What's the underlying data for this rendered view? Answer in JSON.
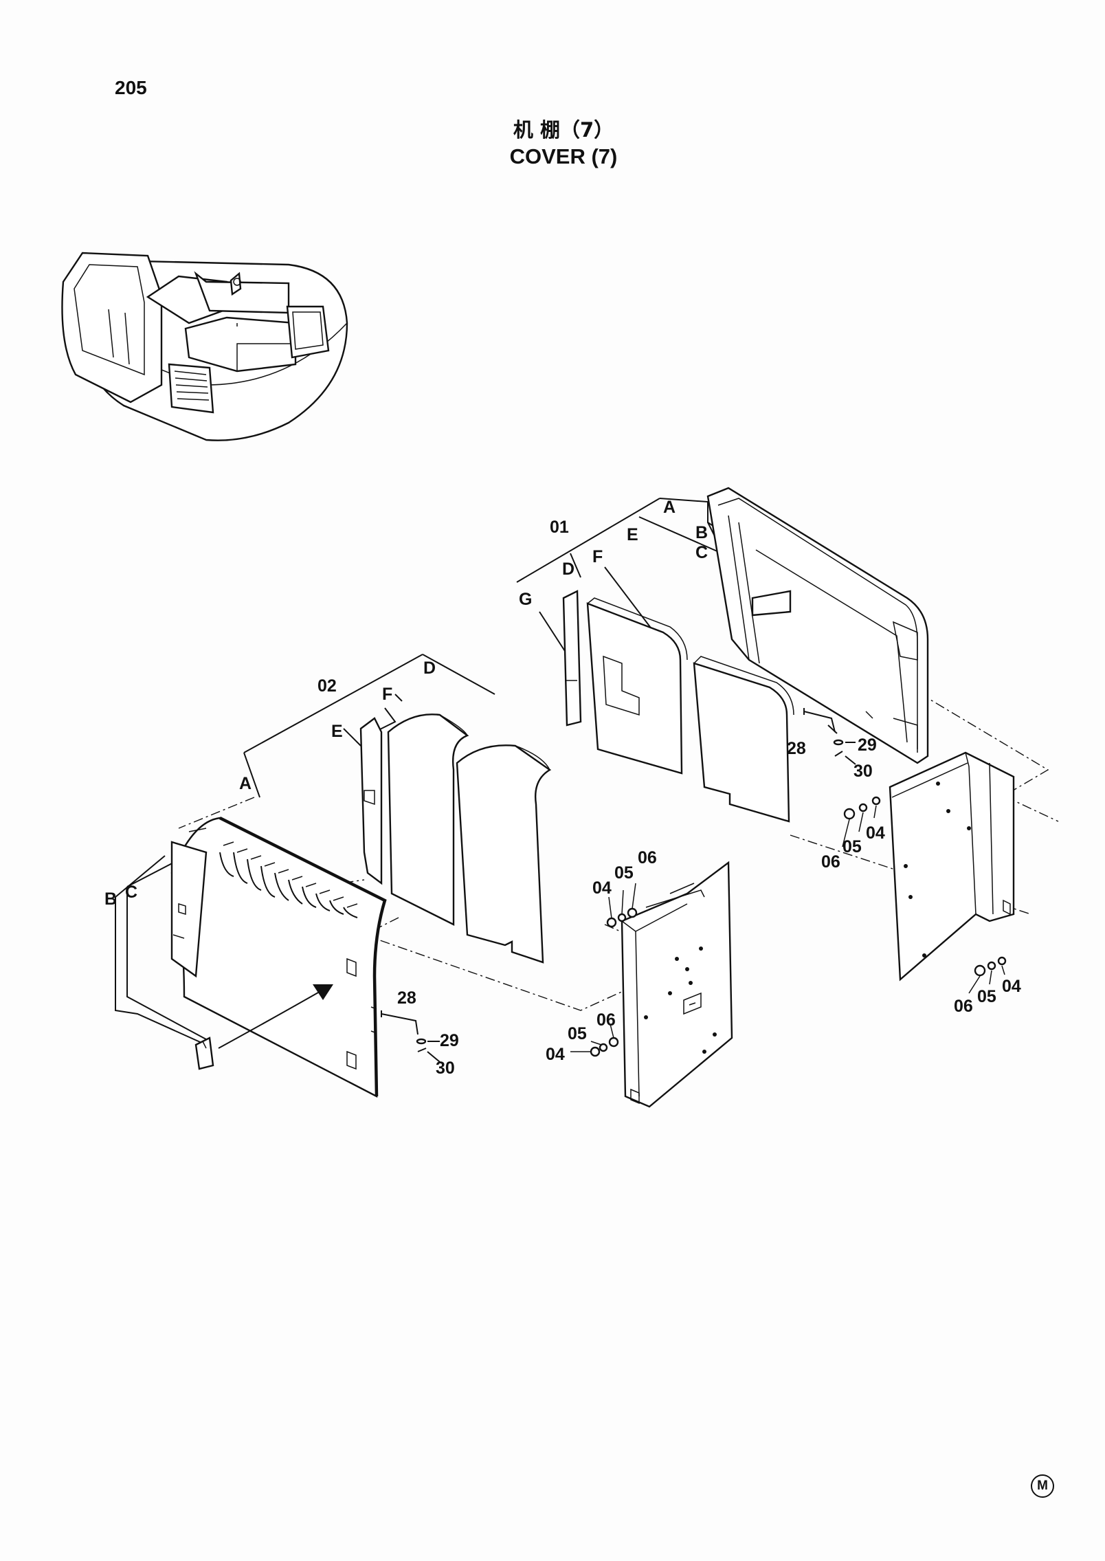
{
  "page_number": "205",
  "title_cn": "机 棚（7）",
  "title_en": "COVER (7)",
  "maker_mark": "M",
  "callouts": {
    "upper_01": "01",
    "upper_A": "A",
    "upper_B": "B",
    "upper_C": "C",
    "upper_E": "E",
    "upper_D": "D",
    "upper_F": "F",
    "upper_G": "G",
    "upper_28": "28",
    "upper_29": "29",
    "upper_30": "30",
    "right_top_06": "06",
    "right_top_05": "05",
    "right_top_04": "04",
    "right_bot_06": "06",
    "right_bot_05": "05",
    "right_bot_04": "04",
    "lower_02": "02",
    "lower_F": "F",
    "lower_D": "D",
    "lower_E": "E",
    "lower_A": "A",
    "lower_B": "B",
    "lower_C": "C",
    "lower_28": "28",
    "lower_29": "29",
    "lower_30": "30",
    "mid_top_04": "04",
    "mid_top_05": "05",
    "mid_top_06": "06",
    "mid_bot_05": "05",
    "mid_bot_06": "06",
    "mid_bot_04": "04"
  }
}
